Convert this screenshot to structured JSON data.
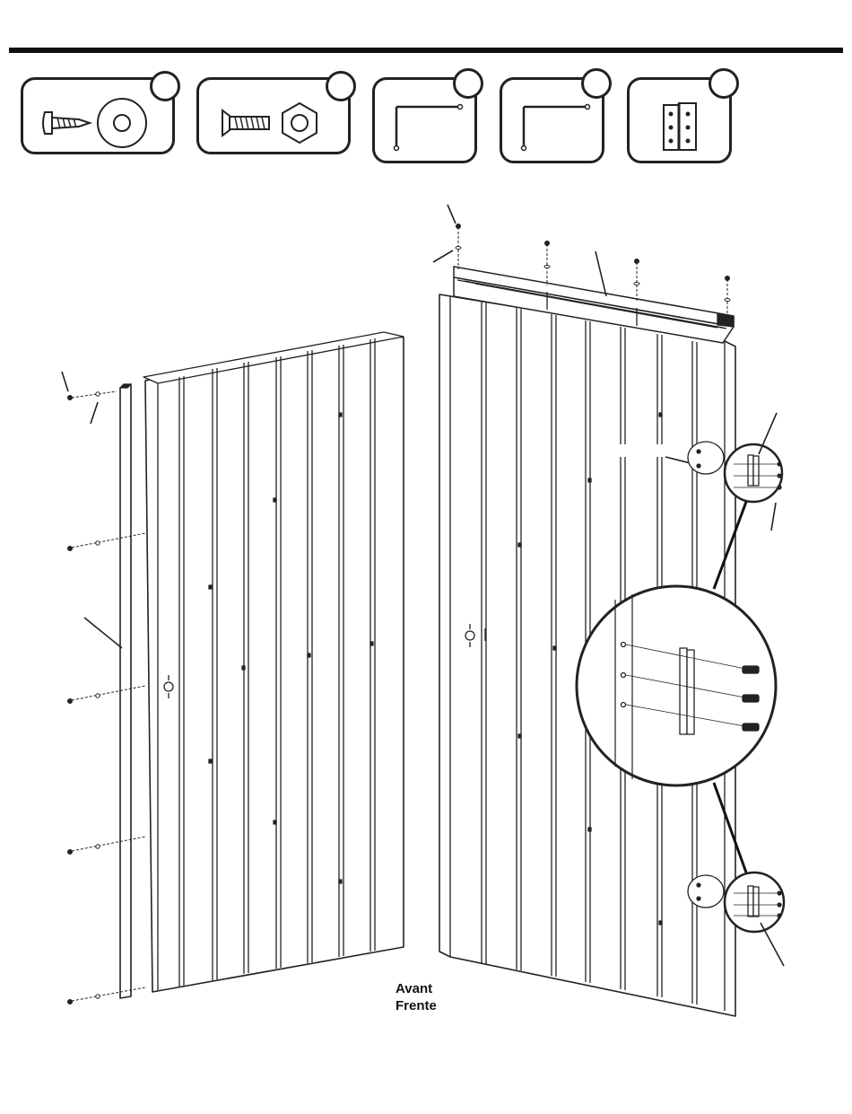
{
  "hardware": [
    {
      "icon": "truss-screw-and-washer-icon"
    },
    {
      "icon": "flat-head-bolt-and-hex-nut-icon"
    },
    {
      "icon": "long-l-pin-icon"
    },
    {
      "icon": "short-l-pin-icon"
    },
    {
      "icon": "hinge-icon"
    }
  ],
  "panels": {
    "left": {
      "icon": "door-panel-left"
    },
    "right": {
      "icon": "door-panel-right"
    }
  },
  "detail_callouts": [
    {
      "icon": "hinge-detail-top-icon"
    },
    {
      "icon": "hinge-detail-enlarged-icon"
    },
    {
      "icon": "hinge-detail-bottom-icon"
    }
  ],
  "front_label": {
    "fr": "Avant",
    "es": "Frente"
  },
  "colors": {
    "ink": "#111111",
    "panel_fill": "#ffffff"
  }
}
